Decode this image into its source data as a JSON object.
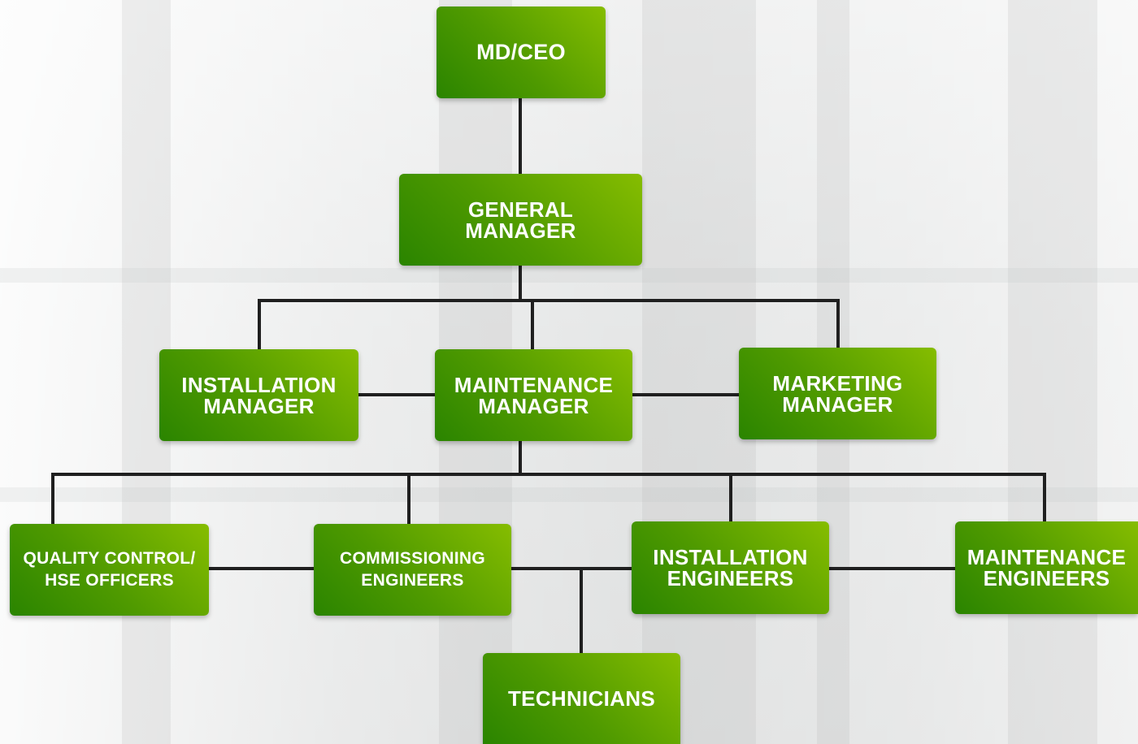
{
  "colors": {
    "box_start": "#2a8400",
    "box_end": "#86bd00",
    "box_text": "#ffffff",
    "connector": "#1f1f1f"
  },
  "nodes": {
    "md_ceo": {
      "line1": "MD/CEO"
    },
    "general_manager": {
      "line1": "GENERAL",
      "line2": "MANAGER"
    },
    "installation_manager": {
      "line1": "INSTALLATION",
      "line2": "MANAGER"
    },
    "maintenance_manager": {
      "line1": "MAINTENANCE",
      "line2": "MANAGER"
    },
    "marketing_manager": {
      "line1": "MARKETING",
      "line2": "MANAGER"
    },
    "quality_control": {
      "line1": "QUALITY CONTROL/",
      "line2": "HSE OFFICERS"
    },
    "commissioning_engineers": {
      "line1": "COMMISSIONING",
      "line2": "ENGINEERS"
    },
    "installation_engineers": {
      "line1": "INSTALLATION",
      "line2": "ENGINEERS"
    },
    "maintenance_engineers": {
      "line1": "MAINTENANCE",
      "line2": "ENGINEERS"
    },
    "technicians": {
      "line1": "TECHNICIANS"
    }
  }
}
